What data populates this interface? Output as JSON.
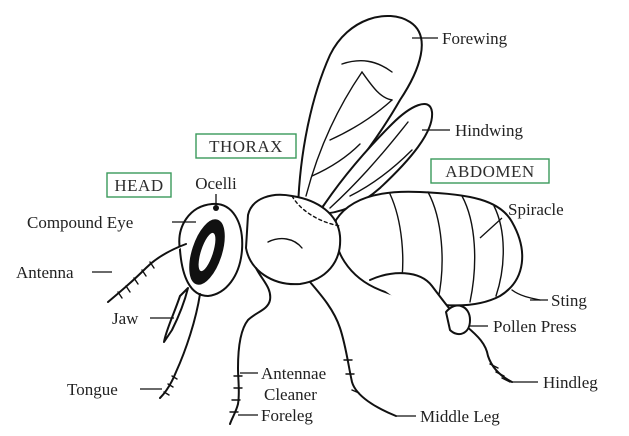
{
  "sections": {
    "head": "HEAD",
    "thorax": "THORAX",
    "abdomen": "ABDOMEN",
    "box_color": "#3a9a5b"
  },
  "labels": {
    "forewing": "Forewing",
    "hindwing": "Hindwing",
    "ocelli": "Ocelli",
    "compound_eye": "Compound Eye",
    "antenna": "Antenna",
    "jaw": "Jaw",
    "tongue": "Tongue",
    "antennae_cleaner_1": "Antennae",
    "antennae_cleaner_2": "Cleaner",
    "foreleg": "Foreleg",
    "middle_leg": "Middle Leg",
    "spiracle": "Spiracle",
    "sting": "Sting",
    "pollen_press": "Pollen Press",
    "hindleg": "Hindleg"
  }
}
